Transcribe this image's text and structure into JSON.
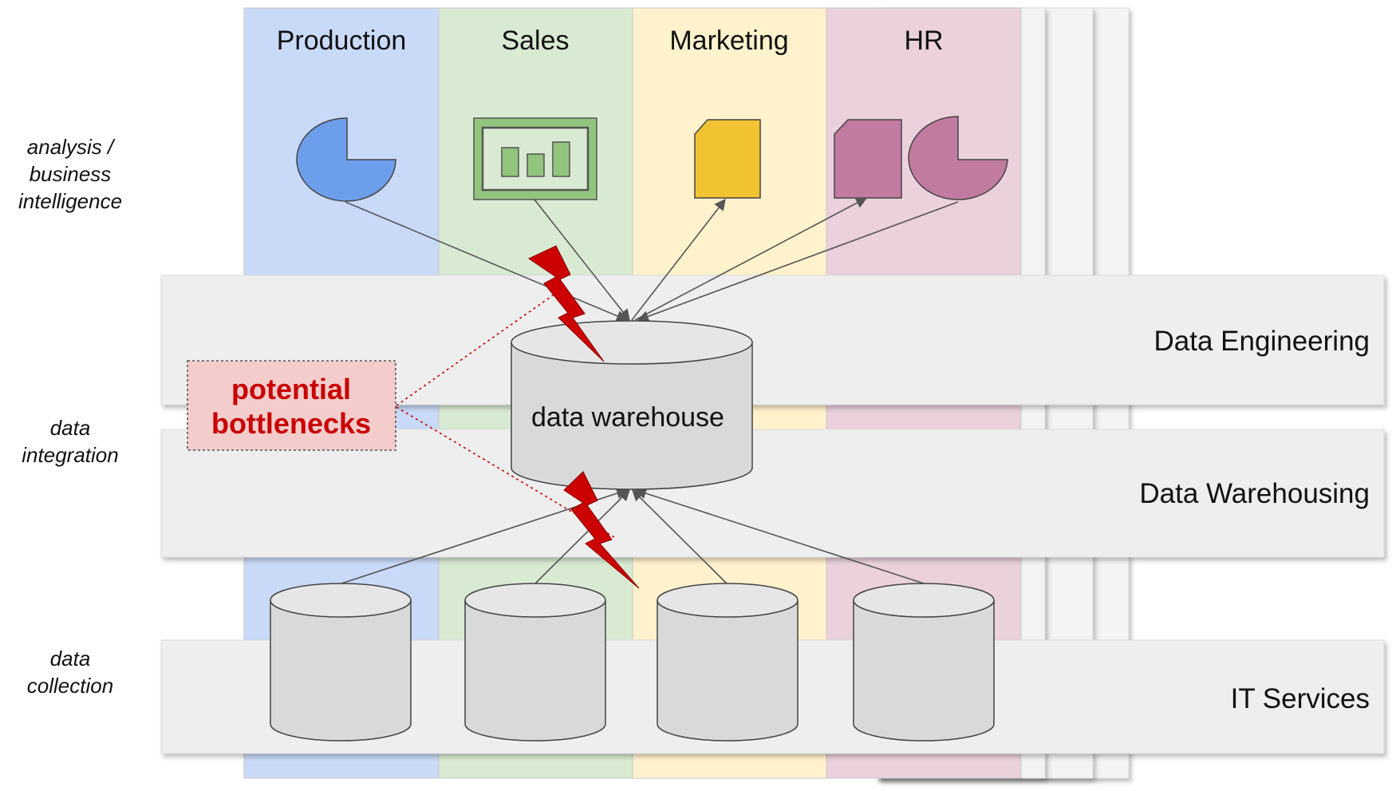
{
  "columns": [
    {
      "title": "Production",
      "color": "#c9daf8"
    },
    {
      "title": "Sales",
      "color": "#d9ead3"
    },
    {
      "title": "Marketing",
      "color": "#fff2cc"
    },
    {
      "title": "HR",
      "color": "#ead1dc"
    }
  ],
  "side_labels": {
    "analysis": [
      "analysis /",
      "business",
      "intelligence"
    ],
    "integration": [
      "data",
      "integration"
    ],
    "collection": [
      "data",
      "collection"
    ]
  },
  "bands": {
    "data_engineering": "Data Engineering",
    "data_warehousing": "Data Warehousing",
    "it_services": "IT Services"
  },
  "data_warehouse": "data warehouse",
  "bottleneck": {
    "lines": [
      "potential",
      "bottlenecks"
    ],
    "color": "#c80000"
  },
  "icons": {
    "production": "pie-chart-icon",
    "sales": "bar-chart-dashboard-icon",
    "marketing": "document-icon",
    "hr_document": "document-icon",
    "hr_pie": "pie-chart-icon",
    "sources": "database-cylinder-icon",
    "warehouse": "database-cylinder-icon",
    "bottleneck": "lightning-bolt-icon"
  },
  "colors": {
    "band": "#eeeeee",
    "cylinder": "#d9d9d9",
    "production_icon": "#6d9eeb",
    "sales_icon": "#93c47d",
    "marketing_icon": "#f1c232",
    "hr_icon": "#c27ba0",
    "bolt": "#cc0000"
  }
}
